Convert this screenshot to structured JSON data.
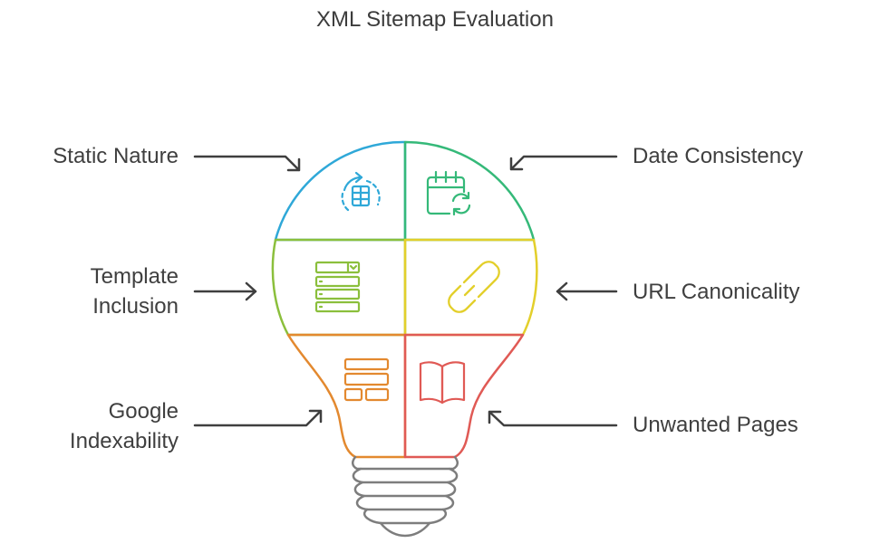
{
  "title": "XML Sitemap Evaluation",
  "segments": [
    {
      "label": "Static Nature",
      "icon": "refresh-document-icon",
      "color": "#2fa8d8"
    },
    {
      "label": "Date Consistency",
      "icon": "calendar-sync-icon",
      "color": "#35b979"
    },
    {
      "label": "Template Inclusion",
      "icon": "template-list-icon",
      "color": "#8bbf3c"
    },
    {
      "label": "URL Canonicality",
      "icon": "link-icon",
      "color": "#e3cf2b"
    },
    {
      "label": "Google Indexability",
      "icon": "layout-grid-icon",
      "color": "#e3892f"
    },
    {
      "label": "Unwanted Pages",
      "icon": "open-book-icon",
      "color": "#e05a55"
    }
  ],
  "base_color": "#7d7d7d",
  "arrow_color": "#3f3f3f"
}
